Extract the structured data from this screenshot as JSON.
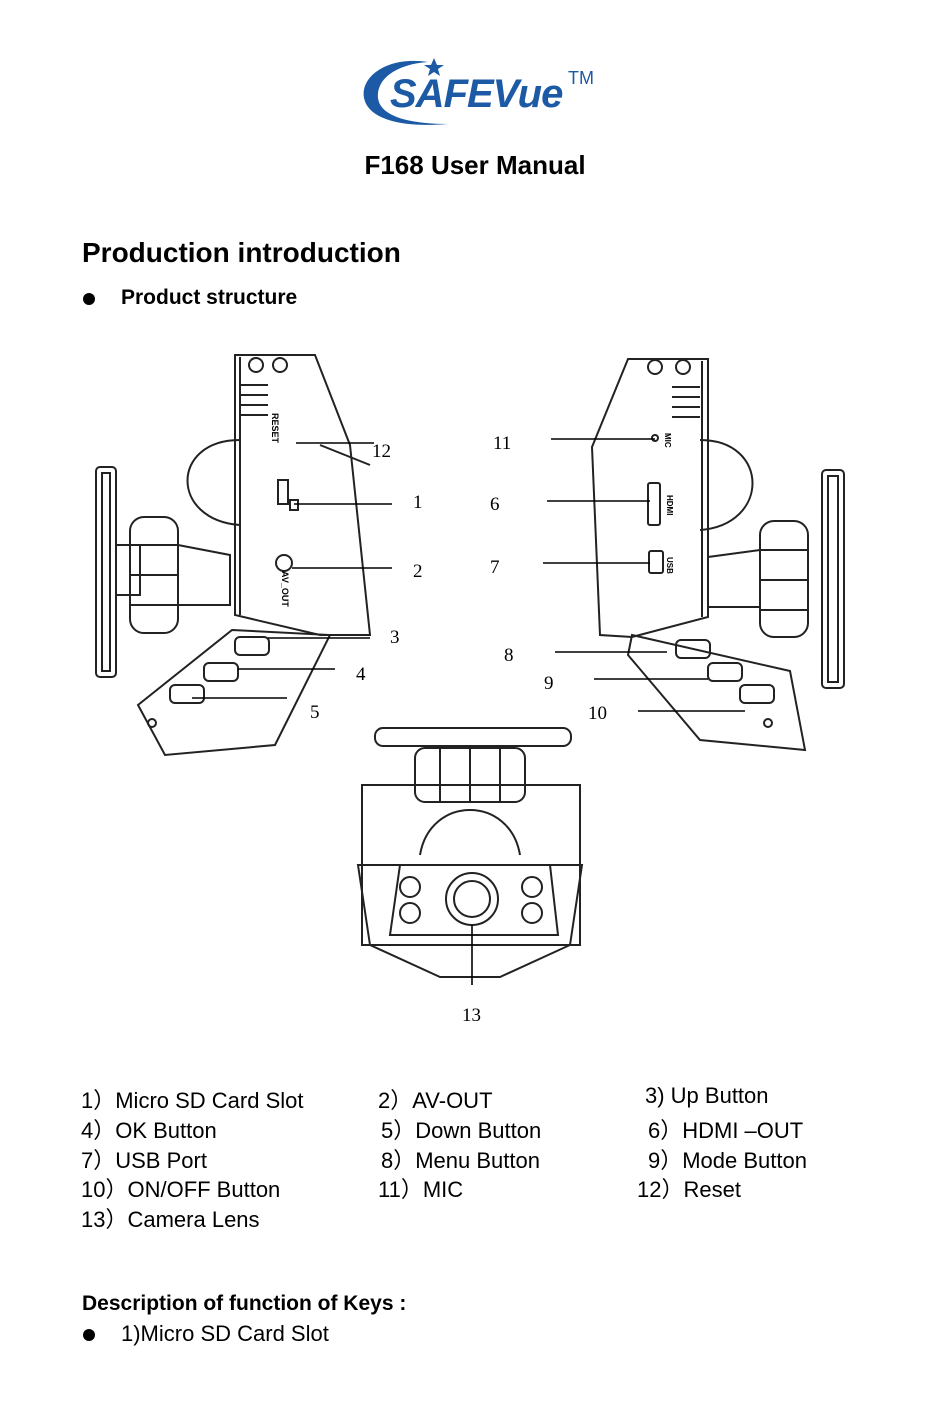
{
  "brand": {
    "logo_text": "SAFEVue",
    "trademark": "TM",
    "accent_color": "#1d5aa6"
  },
  "document": {
    "title": "F168 User Manual"
  },
  "section": {
    "heading": "Production introduction",
    "subheading": "Product structure"
  },
  "figure": {
    "callouts": [
      "1",
      "2",
      "3",
      "4",
      "5",
      "6",
      "7",
      "8",
      "9",
      "10",
      "11",
      "12",
      "13"
    ],
    "device_labels": {
      "reset": "RESET",
      "av_out": "AV_OUT",
      "mic": "MIC",
      "hdmi": "HDMI",
      "usb": "USB"
    }
  },
  "parts": [
    "1）Micro SD Card Slot",
    "2）AV-OUT",
    "3) Up Button",
    "4）OK Button",
    "5）Down Button",
    "6）HDMI –OUT",
    "7）USB Port",
    "8）Menu Button",
    "9）Mode Button",
    "10）ON/OFF Button",
    "11）MIC",
    "12）Reset",
    "13）Camera Lens"
  ],
  "description": {
    "heading": "Description of function of Keys :",
    "items": [
      "1)Micro SD Card Slot"
    ]
  }
}
